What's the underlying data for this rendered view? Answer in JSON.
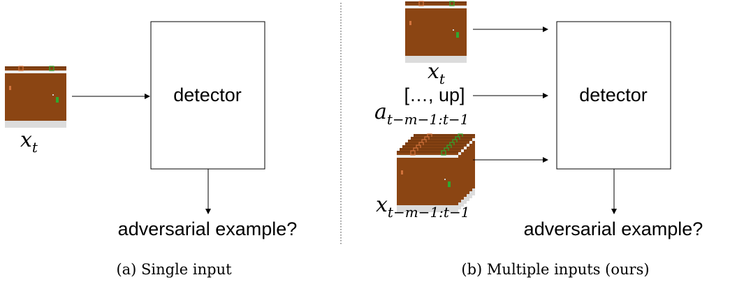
{
  "panel_a": {
    "input_label": "x",
    "input_subscript": "t",
    "detector_label": "detector",
    "output_label": "adversarial example?",
    "caption": "(a) Single input"
  },
  "panel_b": {
    "frame_label": "x",
    "frame_subscript": "t",
    "actions_text": "[…, up]",
    "actions_label": "a",
    "actions_subscript": "t−m−1:t−1",
    "history_label": "x",
    "history_subscript": "t−m−1:t−1",
    "detector_label": "detector",
    "output_label": "adversarial example?",
    "caption": "(b) Multiple inputs (ours)"
  },
  "colors": {
    "game_background": "#8b4513",
    "game_bar": "#ededed",
    "game_footer": "#dcdcdc",
    "paddle_orange": "#d2733c",
    "paddle_green": "#2fa82f"
  }
}
